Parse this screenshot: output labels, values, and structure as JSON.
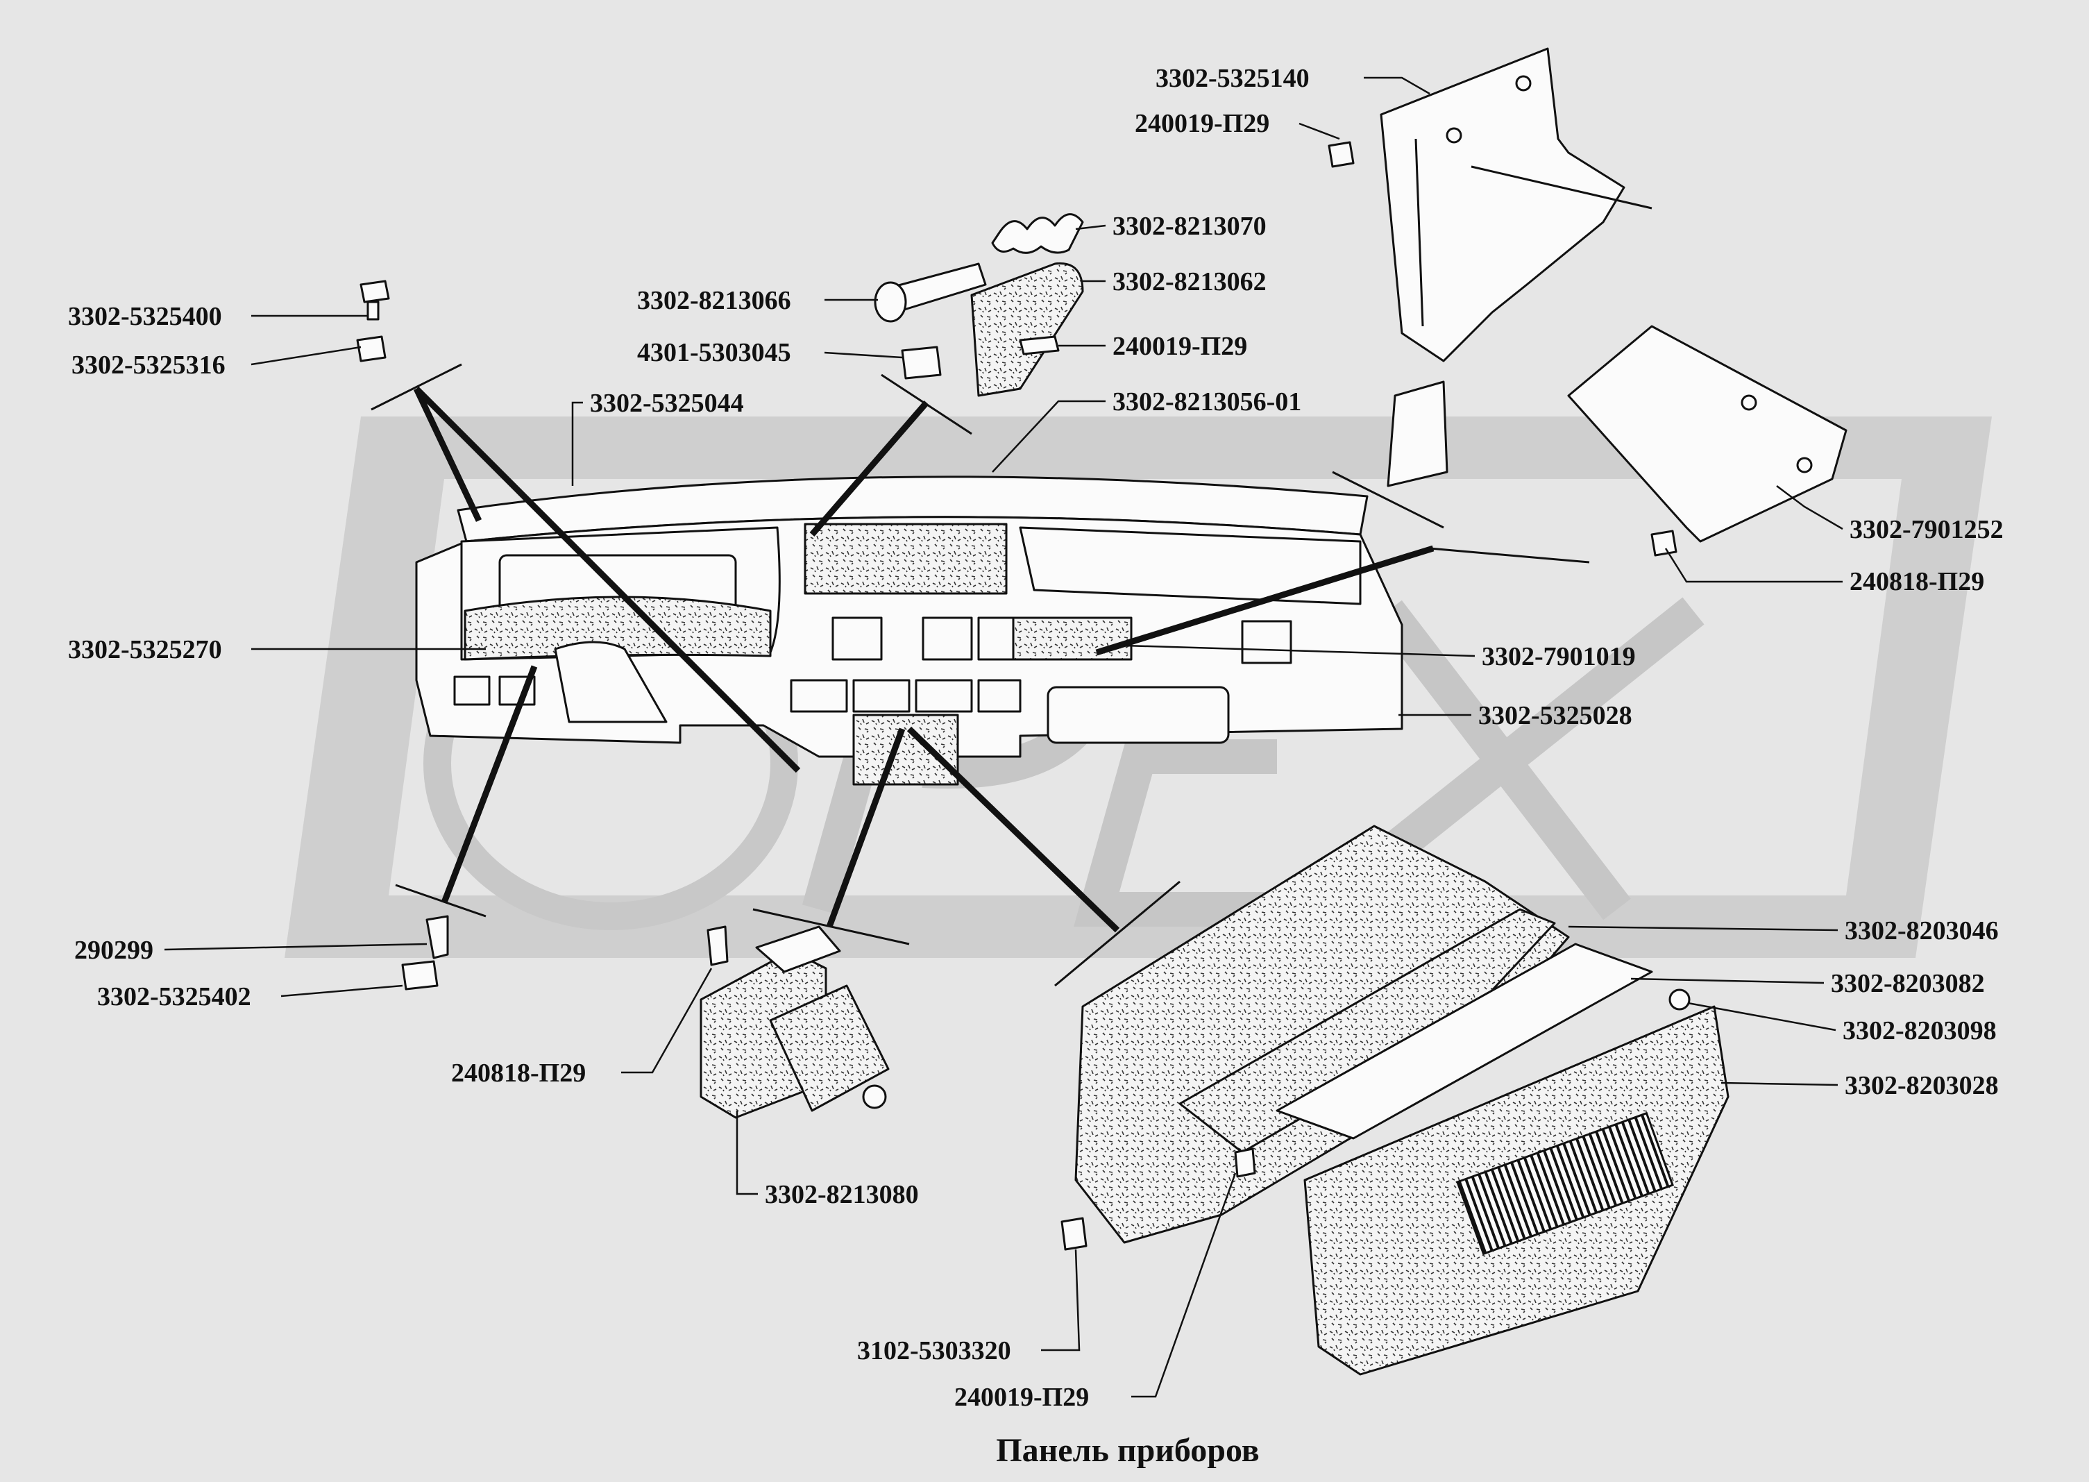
{
  "title": "Панель приборов",
  "watermark": "ОРЕХ",
  "callouts": [
    {
      "label": "3302-5325140"
    },
    {
      "label": "240019-П29"
    },
    {
      "label": "3302-8213070"
    },
    {
      "label": "3302-8213066"
    },
    {
      "label": "3302-8213062"
    },
    {
      "label": "3302-5325400"
    },
    {
      "label": "4301-5303045"
    },
    {
      "label": "240019-П29"
    },
    {
      "label": "3302-5325316"
    },
    {
      "label": "3302-5325044"
    },
    {
      "label": "3302-8213056-01"
    },
    {
      "label": "3302-7901252"
    },
    {
      "label": "240818-П29"
    },
    {
      "label": "3302-5325270"
    },
    {
      "label": "3302-7901019"
    },
    {
      "label": "3302-5325028"
    },
    {
      "label": "3302-8203046"
    },
    {
      "label": "290299"
    },
    {
      "label": "3302-8203082"
    },
    {
      "label": "3302-5325402"
    },
    {
      "label": "3302-8203098"
    },
    {
      "label": "240818-П29"
    },
    {
      "label": "3302-8203028"
    },
    {
      "label": "3302-8213080"
    },
    {
      "label": "3102-5303320"
    },
    {
      "label": "240019-П29"
    }
  ]
}
